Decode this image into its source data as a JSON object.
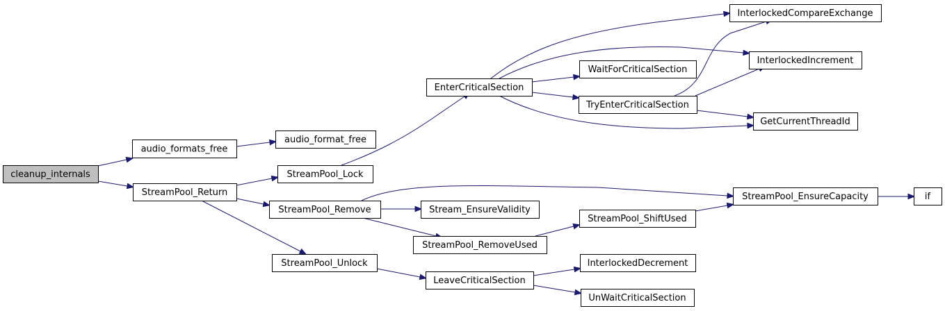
{
  "graph": {
    "nodes": [
      {
        "id": "cleanup_internals",
        "label": "cleanup_internals",
        "root": true
      },
      {
        "id": "audio_formats_free",
        "label": "audio_formats_free"
      },
      {
        "id": "audio_format_free",
        "label": "audio_format_free"
      },
      {
        "id": "StreamPool_Return",
        "label": "StreamPool_Return"
      },
      {
        "id": "StreamPool_Lock",
        "label": "StreamPool_Lock"
      },
      {
        "id": "StreamPool_Remove",
        "label": "StreamPool_Remove"
      },
      {
        "id": "StreamPool_Unlock",
        "label": "StreamPool_Unlock"
      },
      {
        "id": "EnterCriticalSection",
        "label": "EnterCriticalSection"
      },
      {
        "id": "WaitForCriticalSection",
        "label": "WaitForCriticalSection"
      },
      {
        "id": "TryEnterCriticalSection",
        "label": "TryEnterCriticalSection"
      },
      {
        "id": "InterlockedCompareExchange",
        "label": "InterlockedCompareExchange"
      },
      {
        "id": "InterlockedIncrement",
        "label": "InterlockedIncrement"
      },
      {
        "id": "GetCurrentThreadId",
        "label": "GetCurrentThreadId"
      },
      {
        "id": "Stream_EnsureValidity",
        "label": "Stream_EnsureValidity"
      },
      {
        "id": "StreamPool_RemoveUsed",
        "label": "StreamPool_RemoveUsed"
      },
      {
        "id": "StreamPool_ShiftUsed",
        "label": "StreamPool_ShiftUsed"
      },
      {
        "id": "StreamPool_EnsureCapacity",
        "label": "StreamPool_EnsureCapacity"
      },
      {
        "id": "if",
        "label": "if"
      },
      {
        "id": "LeaveCriticalSection",
        "label": "LeaveCriticalSection"
      },
      {
        "id": "InterlockedDecrement",
        "label": "InterlockedDecrement"
      },
      {
        "id": "UnWaitCriticalSection",
        "label": "UnWaitCriticalSection"
      }
    ],
    "edges": [
      {
        "from": "cleanup_internals",
        "to": "audio_formats_free"
      },
      {
        "from": "cleanup_internals",
        "to": "StreamPool_Return"
      },
      {
        "from": "audio_formats_free",
        "to": "audio_format_free"
      },
      {
        "from": "StreamPool_Return",
        "to": "StreamPool_Lock"
      },
      {
        "from": "StreamPool_Return",
        "to": "StreamPool_Remove"
      },
      {
        "from": "StreamPool_Return",
        "to": "StreamPool_Unlock"
      },
      {
        "from": "StreamPool_Lock",
        "to": "EnterCriticalSection"
      },
      {
        "from": "EnterCriticalSection",
        "to": "InterlockedCompareExchange"
      },
      {
        "from": "EnterCriticalSection",
        "to": "InterlockedIncrement"
      },
      {
        "from": "EnterCriticalSection",
        "to": "WaitForCriticalSection"
      },
      {
        "from": "EnterCriticalSection",
        "to": "TryEnterCriticalSection"
      },
      {
        "from": "EnterCriticalSection",
        "to": "GetCurrentThreadId"
      },
      {
        "from": "TryEnterCriticalSection",
        "to": "InterlockedCompareExchange"
      },
      {
        "from": "TryEnterCriticalSection",
        "to": "InterlockedIncrement"
      },
      {
        "from": "TryEnterCriticalSection",
        "to": "GetCurrentThreadId"
      },
      {
        "from": "StreamPool_Remove",
        "to": "StreamPool_EnsureCapacity"
      },
      {
        "from": "StreamPool_Remove",
        "to": "Stream_EnsureValidity"
      },
      {
        "from": "StreamPool_Remove",
        "to": "StreamPool_RemoveUsed"
      },
      {
        "from": "StreamPool_RemoveUsed",
        "to": "StreamPool_ShiftUsed"
      },
      {
        "from": "StreamPool_ShiftUsed",
        "to": "StreamPool_EnsureCapacity"
      },
      {
        "from": "StreamPool_EnsureCapacity",
        "to": "if"
      },
      {
        "from": "StreamPool_Unlock",
        "to": "LeaveCriticalSection"
      },
      {
        "from": "LeaveCriticalSection",
        "to": "InterlockedDecrement"
      },
      {
        "from": "LeaveCriticalSection",
        "to": "UnWaitCriticalSection"
      }
    ],
    "colors": {
      "edge": "#191970",
      "root_fill": "#bfbfbf",
      "node_fill": "#ffffff",
      "border": "#000000"
    }
  }
}
